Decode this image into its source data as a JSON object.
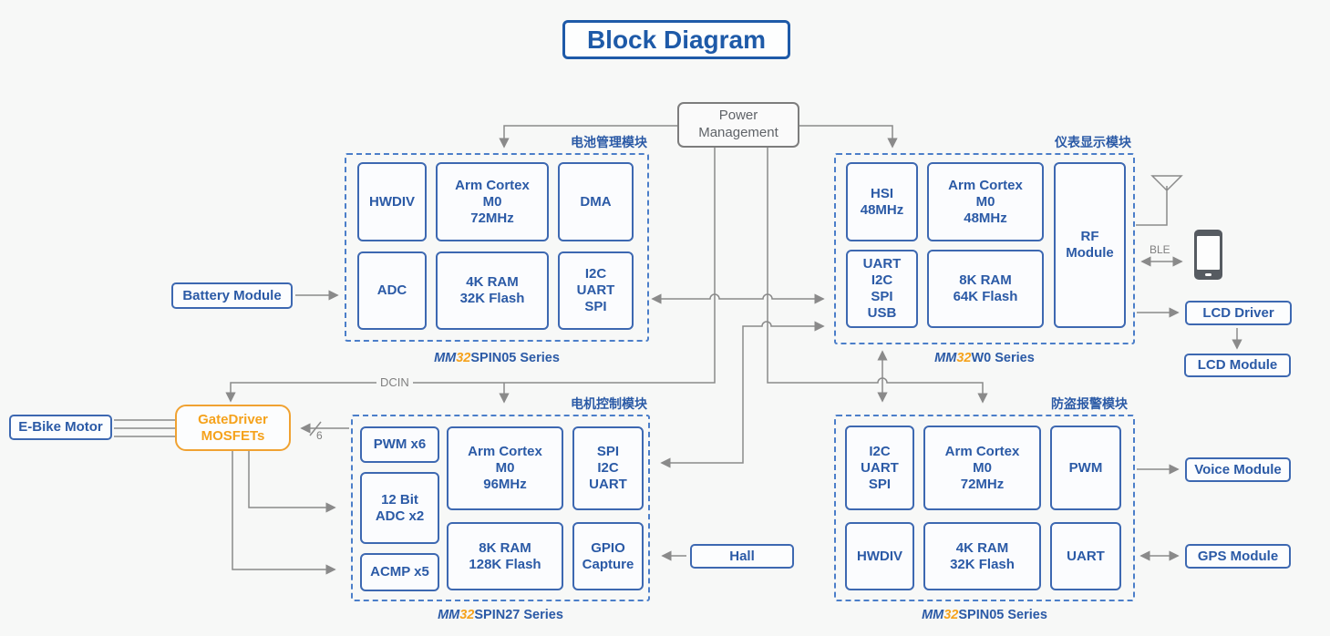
{
  "title": "Block Diagram",
  "power_management": "Power\nManagement",
  "labels": {
    "dcin": "DCIN",
    "ble": "BLE",
    "bus_width": "6"
  },
  "colors": {
    "blue_text": "#2b5aa6",
    "box_border_blue": "#3d68b1",
    "dashed_border_blue": "#4b7ec9",
    "orange": "#f5a21c",
    "line_gray": "#8a8a8a",
    "title_blue": "#1e5aa8",
    "pm_gray": "#5f6368"
  },
  "blocks": {
    "battery": {
      "module_label": "电池管理模块",
      "series": {
        "mm": "MM",
        "num": "32",
        "rest": "SPIN05 Series"
      },
      "cells": {
        "hwdiv": "HWDIV",
        "cortex": "Arm Cortex\nM0\n72MHz",
        "dma": "DMA",
        "adc": "ADC",
        "mem": "4K RAM\n32K Flash",
        "comm": "I2C\nUART\nSPI"
      }
    },
    "instrument": {
      "module_label": "仪表显示模块",
      "series": {
        "mm": "MM",
        "num": "32",
        "rest": "W0 Series"
      },
      "cells": {
        "hsi": "HSI\n48MHz",
        "cortex": "Arm Cortex\nM0\n48MHz",
        "rf": "RF\nModule",
        "comm": "UART\nI2C\nSPI\nUSB",
        "mem": "8K RAM\n64K Flash"
      }
    },
    "motor": {
      "module_label": "电机控制模块",
      "series": {
        "mm": "MM",
        "num": "32",
        "rest": "SPIN27 Series"
      },
      "cells": {
        "pwm": "PWM x6",
        "adc": "12 Bit\nADC x2",
        "acmp": "ACMP x5",
        "cortex": "Arm Cortex\nM0\n96MHz",
        "mem": "8K RAM\n128K Flash",
        "comm": "SPI\nI2C\nUART",
        "gpio": "GPIO\nCapture"
      }
    },
    "theft": {
      "module_label": "防盗报警模块",
      "series": {
        "mm": "MM",
        "num": "32",
        "rest": "SPIN05 Series"
      },
      "cells": {
        "comm": "I2C\nUART\nSPI",
        "cortex": "Arm Cortex\nM0\n72MHz",
        "pwm": "PWM",
        "hwdiv": "HWDIV",
        "mem": "4K RAM\n32K Flash",
        "uart": "UART"
      }
    }
  },
  "peripherals": {
    "battery_module": "Battery Module",
    "ebike_motor": "E-Bike Motor",
    "gatedriver": "GateDriver\nMOSFETs",
    "hall": "Hall",
    "lcd_driver": "LCD Driver",
    "lcd_module": "LCD Module",
    "voice_module": "Voice Module",
    "gps_module": "GPS Module"
  }
}
